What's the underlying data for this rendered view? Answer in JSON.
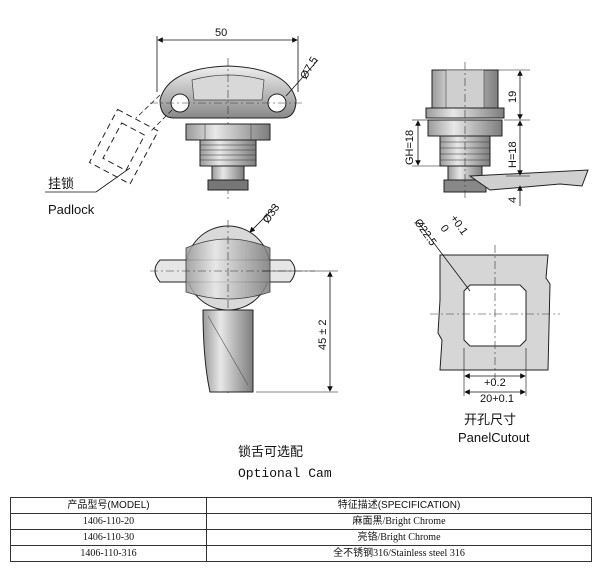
{
  "dimensions": {
    "width_50": "50",
    "hole_d75": "Ø7.5",
    "dia_33": "Ø33",
    "len_45": "45 ± 2",
    "h19": "19",
    "gh18": "GH=18",
    "h18": "H=18",
    "t4": "4",
    "cutout_dia": "Ø22.5",
    "cutout_tol_upper": "+0.1",
    "cutout_tol_lower": "0",
    "cut_tol": "+0.2",
    "cut_20": "20+0.1"
  },
  "labels": {
    "padlock_cn": "挂锁",
    "padlock_en": "Padlock",
    "cutout_cn": "开孔尺寸",
    "cutout_en": "PanelCutout",
    "cam_cn": "锁舌可选配",
    "cam_en": "Optional Cam"
  },
  "table": {
    "headers": [
      "产品型号(MODEL)",
      "特征描述(SPECIFICATION)"
    ],
    "rows": [
      [
        "1406-110-20",
        "麻面黑/Bright Chrome"
      ],
      [
        "1406-110-30",
        "亮铬/Bright Chrome"
      ],
      [
        "1406-110-316",
        "全不锈钢316/Stainless steel 316"
      ]
    ]
  }
}
